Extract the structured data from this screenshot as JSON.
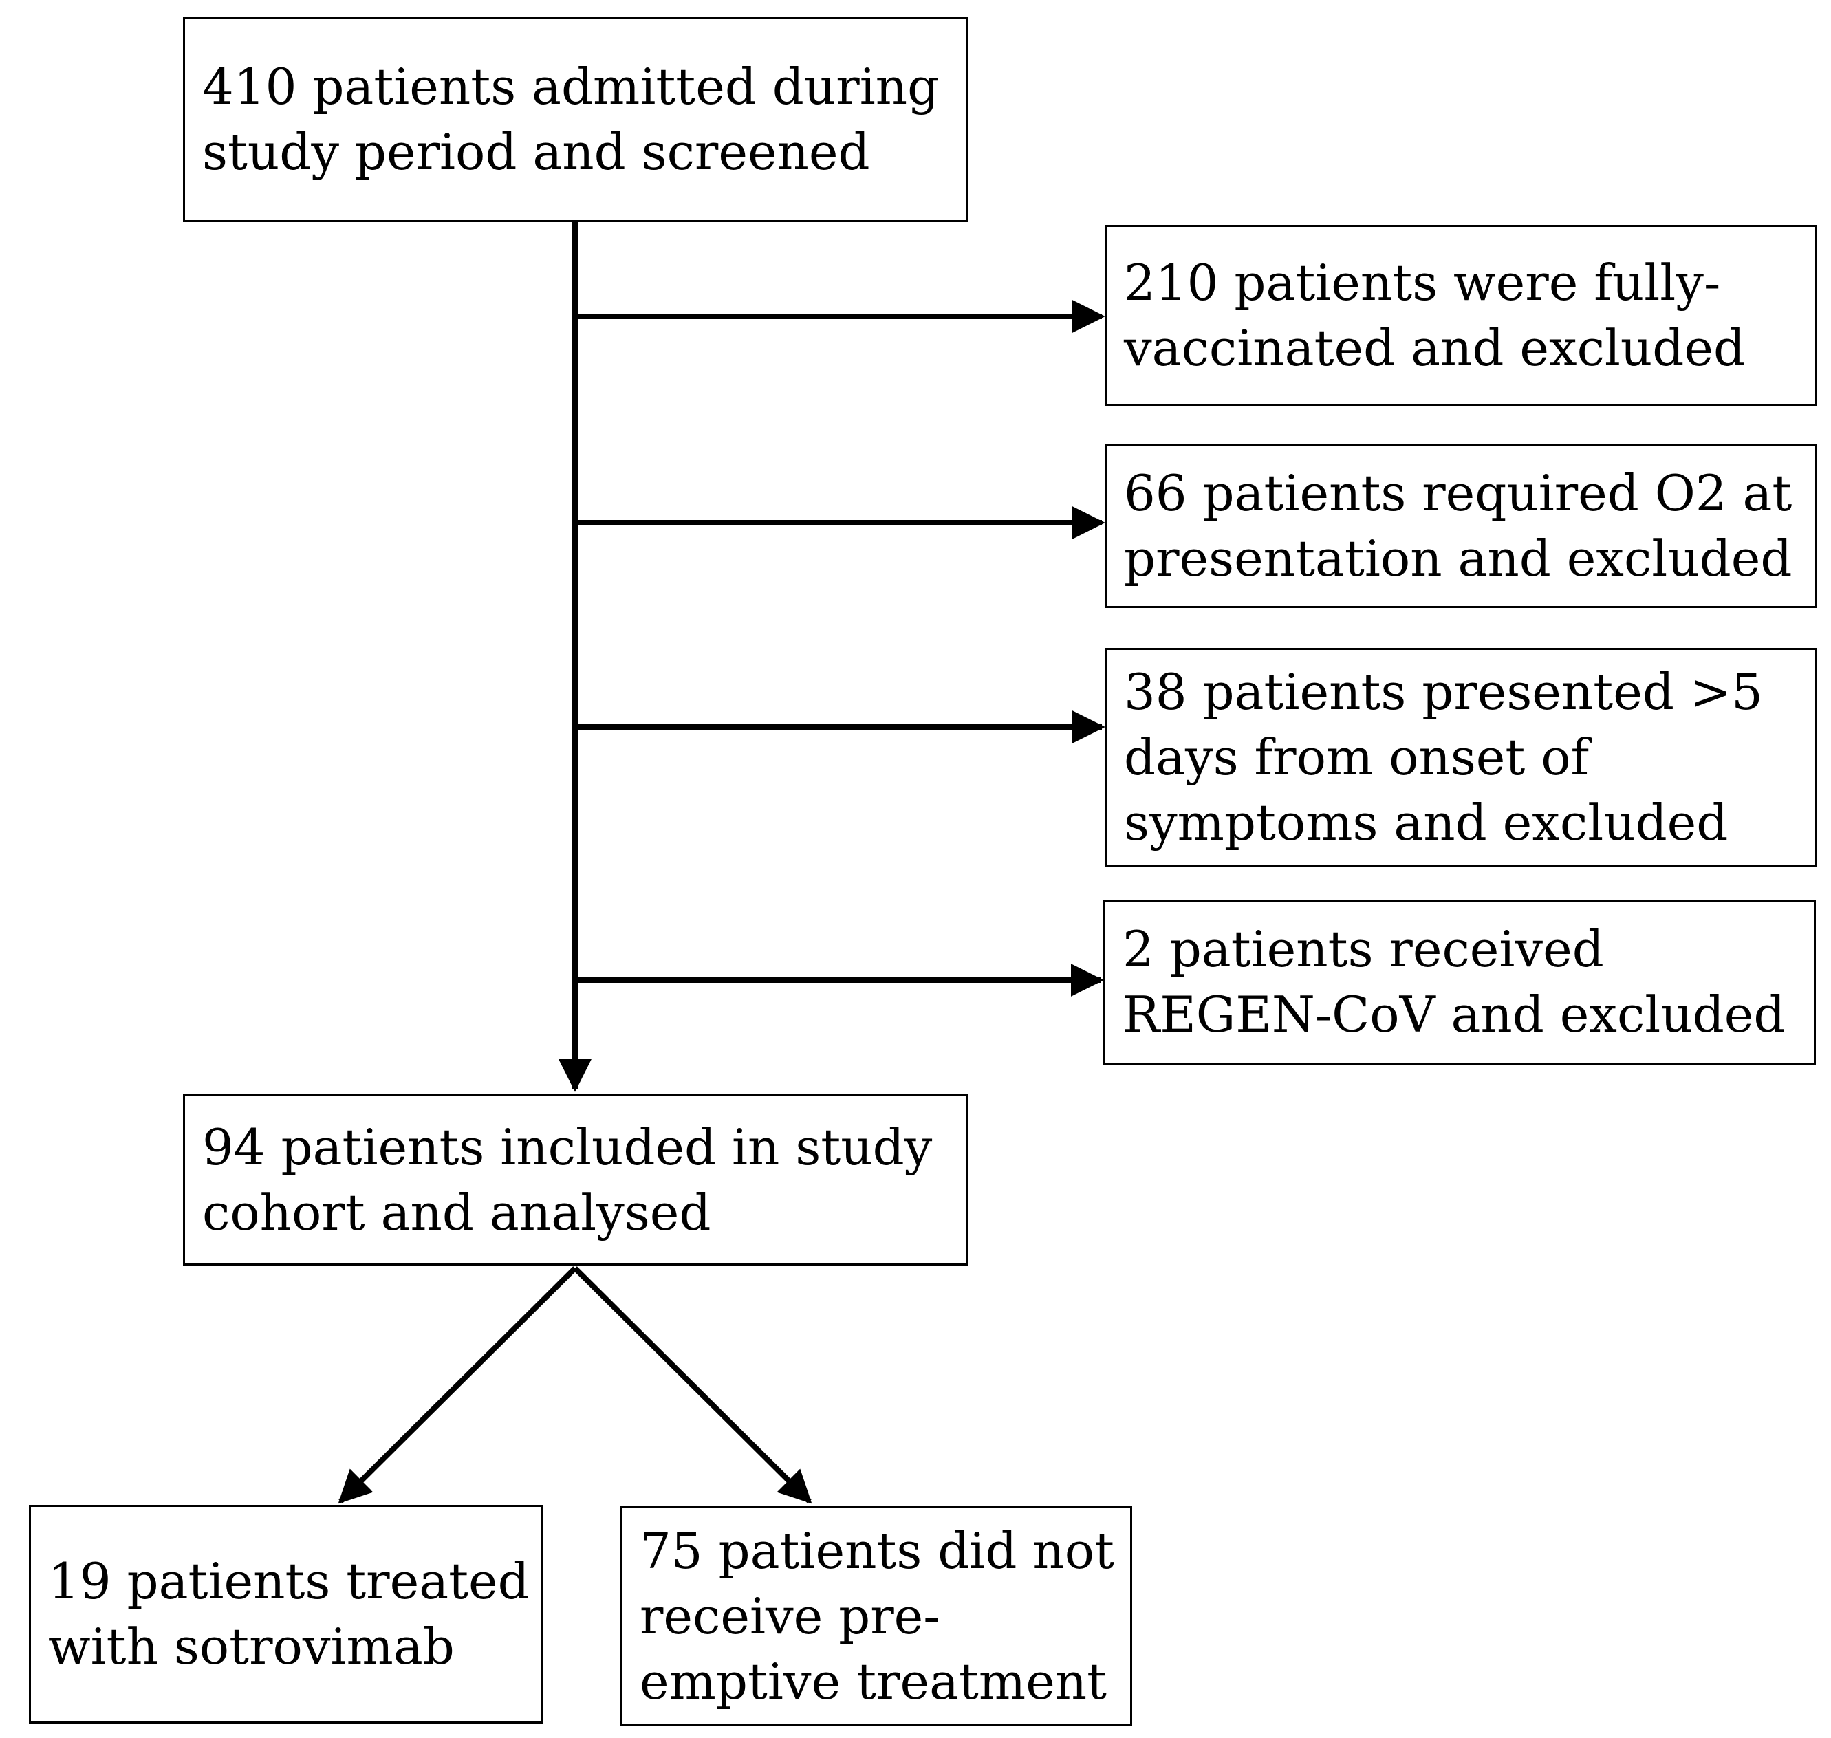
{
  "flowchart": {
    "screened": "410 patients admitted during\nstudy period and screened",
    "exclusions": [
      "210 patients were fully-\nvaccinated and excluded",
      "66 patients required O2 at\npresentation and excluded",
      "38 patients presented >5\ndays from onset of\nsymptoms and excluded",
      "2 patients received\nREGEN-CoV and excluded"
    ],
    "included": "94 patients included in study\ncohort and analysed",
    "treated": "19 patients treated\nwith sotrovimab",
    "not_treated": "75 patients did not\nreceive pre-\nemptive treatment"
  }
}
